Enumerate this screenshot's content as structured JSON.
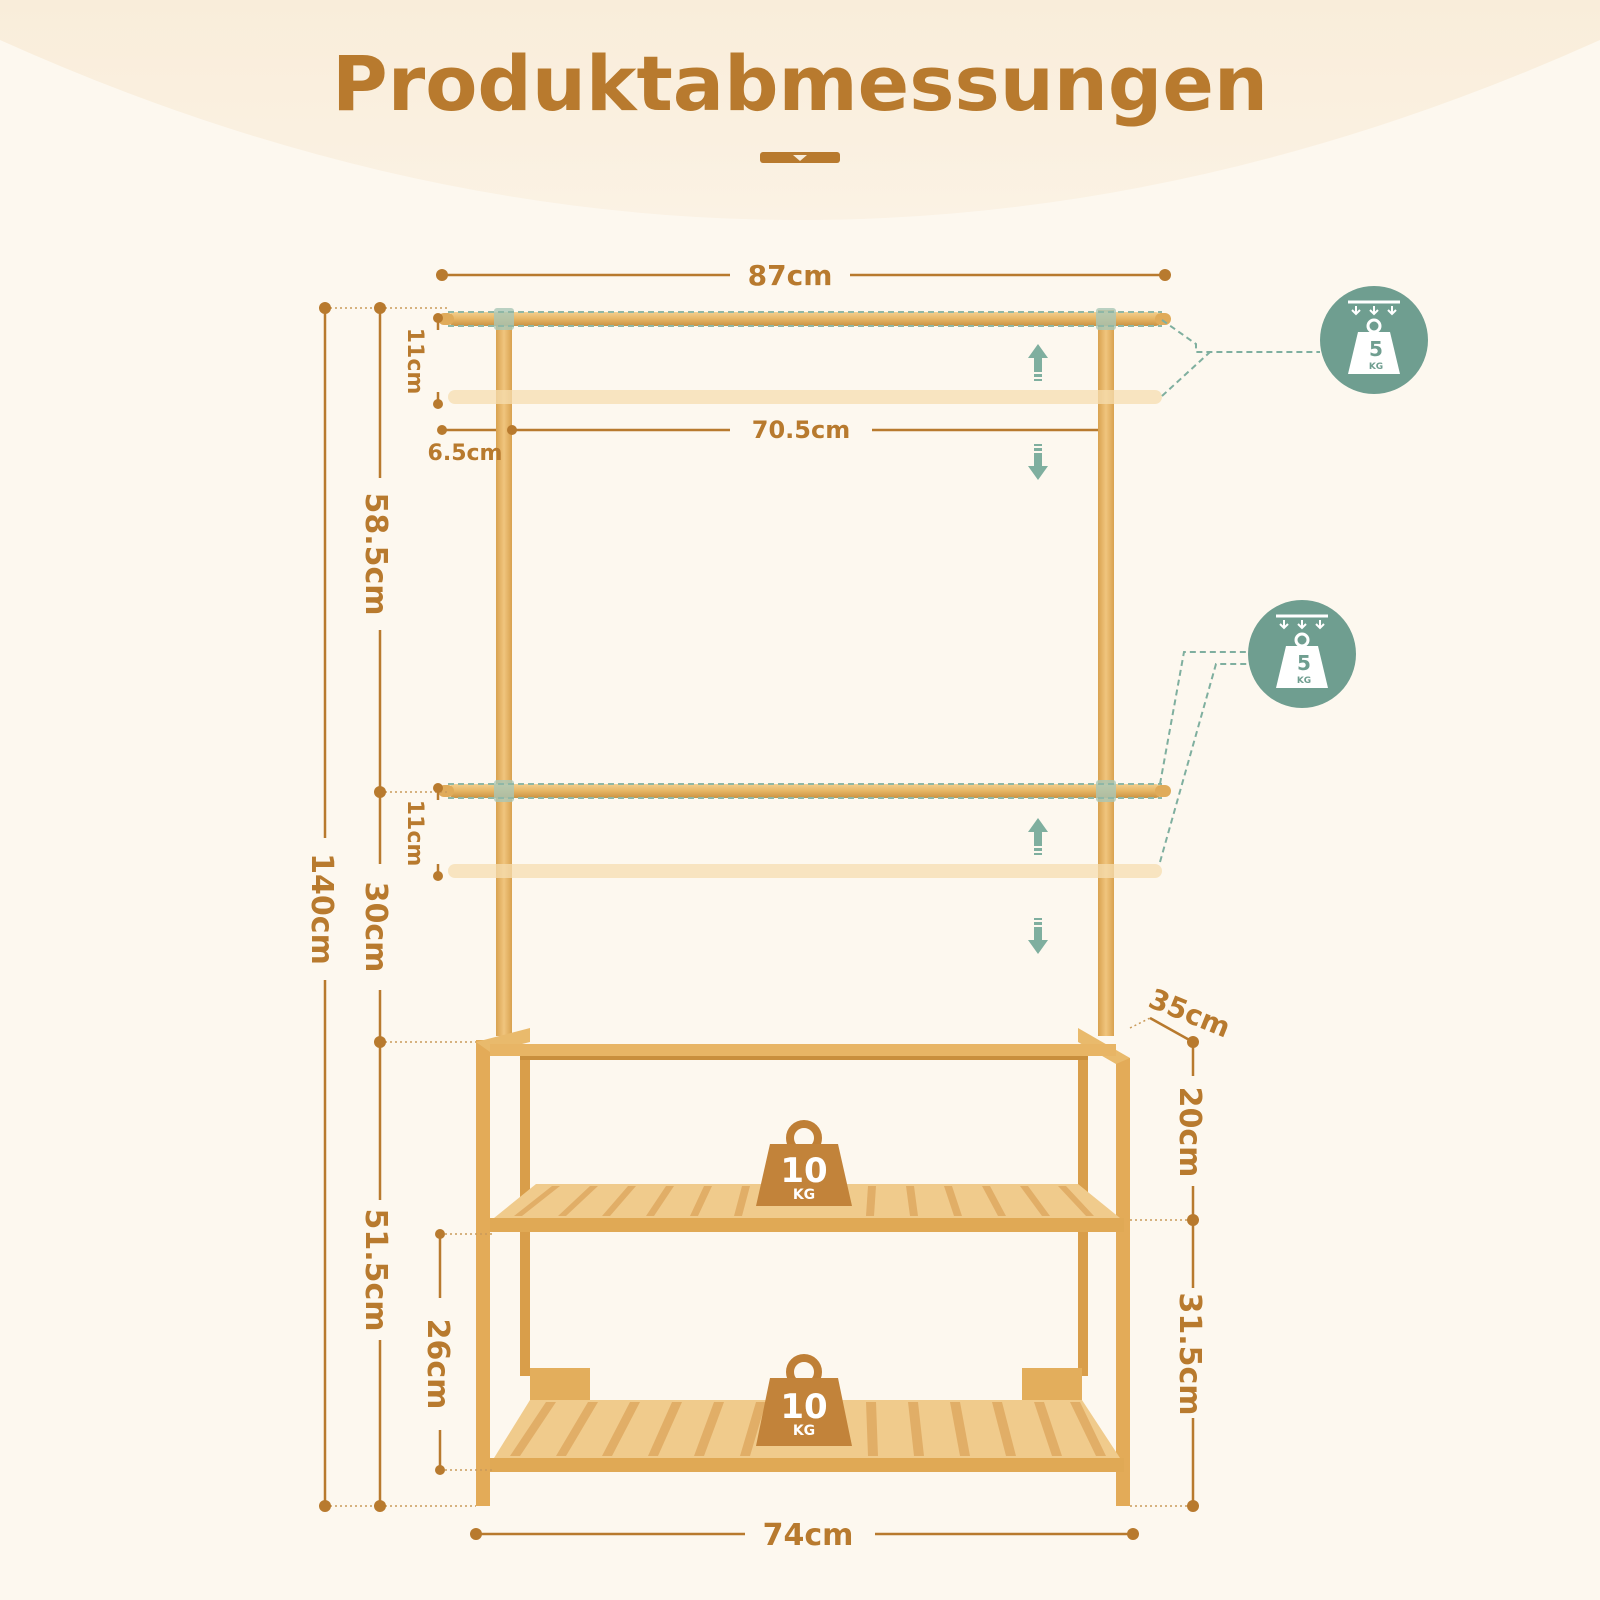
{
  "page": {
    "title": "Produktabmessungen"
  },
  "colors": {
    "accent": "#b87a2e",
    "bamboo": "#e8b76a",
    "bamboo_dark": "#c98f3d",
    "bamboo_light": "#f5ddb0",
    "badge_green": "#6f9e90",
    "header_bg": "#f8ecd9",
    "background": "#fdf8ef"
  },
  "dimensions": {
    "total_width": "87cm",
    "top_gap": "11cm",
    "inner_width": "70.5cm",
    "side_offset": "6.5cm",
    "upper_section": "58.5cm",
    "total_height": "140cm",
    "middle_section": "30cm",
    "mid_gap": "11cm",
    "depth": "35cm",
    "upper_shelf": "20cm",
    "lower_section": "51.5cm",
    "shelf_gap": "26cm",
    "lower_shelf": "31.5cm",
    "base_width": "74cm"
  },
  "badges": {
    "top_rail": {
      "value": "5",
      "unit": "KG",
      "icon": "weight-icon"
    },
    "middle_rail": {
      "value": "5",
      "unit": "KG",
      "icon": "weight-icon"
    },
    "upper_shelf": {
      "value": "10",
      "unit": "KG",
      "icon": "weight-icon"
    },
    "lower_shelf": {
      "value": "10",
      "unit": "KG",
      "icon": "weight-icon"
    }
  }
}
